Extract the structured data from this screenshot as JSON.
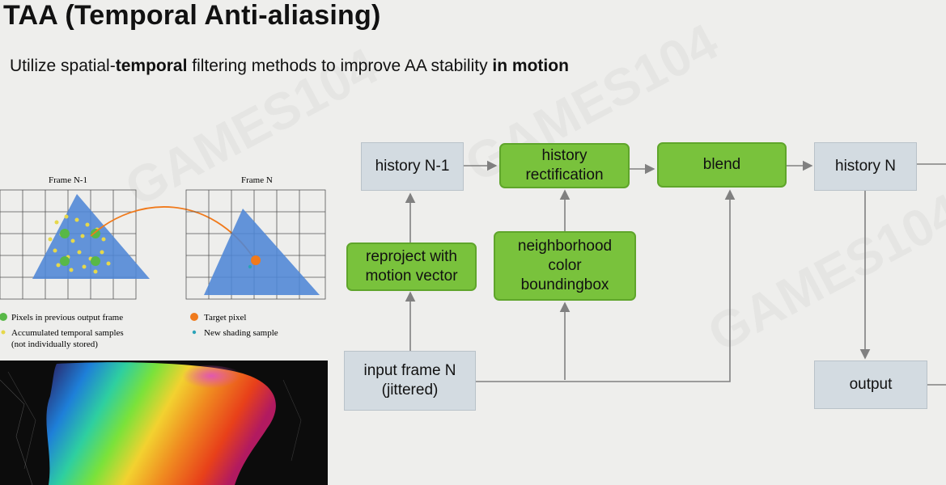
{
  "slide": {
    "title": "TAA (Temporal Anti-aliasing)",
    "subtitle": {
      "part1": "Utilize spatial-",
      "bold1": "temporal",
      "part2": " filtering methods to improve AA stability ",
      "bold2": "in motion"
    },
    "watermark": "GAMES104"
  },
  "figure": {
    "frame_prev_label": "Frame N-1",
    "frame_curr_label": "Frame N",
    "legend": {
      "pixels_prev": "Pixels in previous output frame",
      "accumulated": "Accumulated temporal samples",
      "accumulated_note": "(not individually stored)",
      "target_pixel": "Target pixel",
      "new_sample": "New shading sample"
    },
    "colors": {
      "triangle": "#4f86d6",
      "pixel_green": "#58b847",
      "sample_yellow": "#e6d84a",
      "target_orange": "#f07a1c",
      "new_sample_teal": "#2ba3b8"
    }
  },
  "flow": {
    "history_prev": "history N-1",
    "history_rectification": "history rectification",
    "blend": "blend",
    "history_next": "history N",
    "reproject": "reproject with motion vector",
    "neighborhood": "neighborhood color boundingbox",
    "input_frame": "input frame N (jittered)",
    "output": "output",
    "colors": {
      "grey_box": "#d3dbe1",
      "green_box": "#79c23c",
      "arrow": "#808080"
    }
  }
}
